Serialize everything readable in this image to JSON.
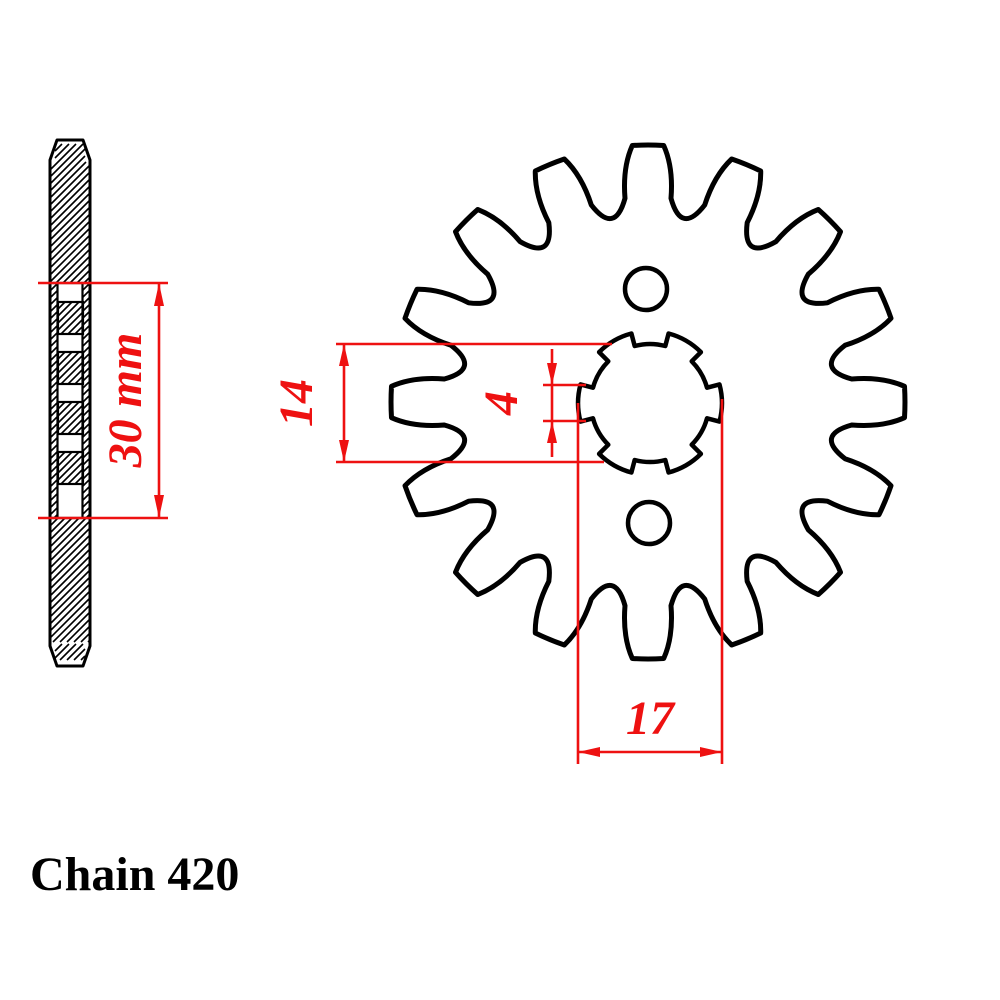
{
  "caption": "Chain 420",
  "dimensions": {
    "hub_length_label": "30 mm",
    "bore_inner_label": "14",
    "spline_groove_label": "4",
    "bore_outer_label": "17"
  },
  "sprocket": {
    "teeth": 16,
    "spline_notches": 6,
    "bolt_holes": 2
  },
  "colors": {
    "dimension_red": "#ee1111",
    "line_black": "#000000",
    "background": "#ffffff"
  }
}
